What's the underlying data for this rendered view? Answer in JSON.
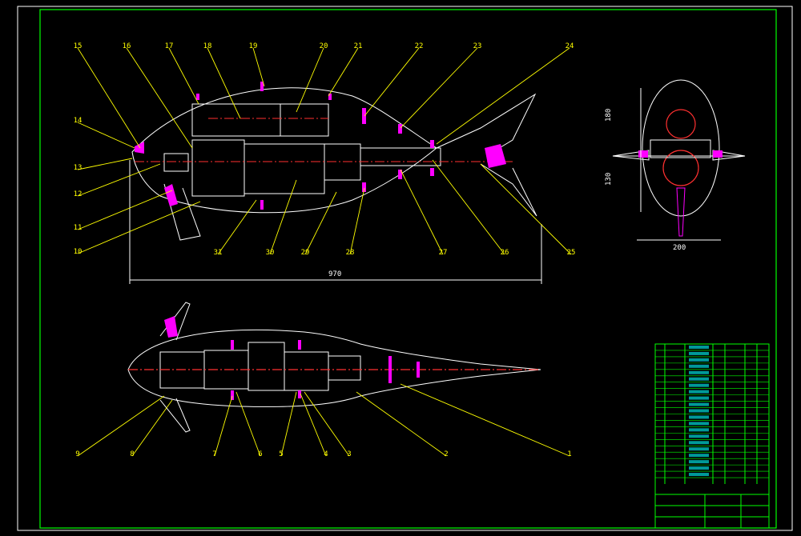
{
  "colors": {
    "background": "#000000",
    "frame": "#ffffff",
    "border_green": "#00ff00",
    "leader_yellow": "#ffff00",
    "outline_white": "#ffffff",
    "part_magenta": "#ff00ff",
    "centerline_red": "#ff3030",
    "table_cyan": "#00ffff"
  },
  "side_view": {
    "callouts_top": [
      "15",
      "16",
      "17",
      "18",
      "19",
      "20",
      "21",
      "22",
      "23",
      "24"
    ],
    "callouts_left": [
      "14",
      "13",
      "12",
      "11",
      "10"
    ],
    "callouts_bottom": [
      "31",
      "30",
      "29",
      "28",
      "27",
      "26",
      "25"
    ],
    "overall_length": "970"
  },
  "top_view": {
    "callouts": [
      "9",
      "8",
      "7",
      "6",
      "5",
      "4",
      "3",
      "2",
      "1"
    ]
  },
  "front_view": {
    "height_upper": "180",
    "height_lower": "130",
    "width": "200"
  },
  "title_block": {
    "rows": 22
  }
}
